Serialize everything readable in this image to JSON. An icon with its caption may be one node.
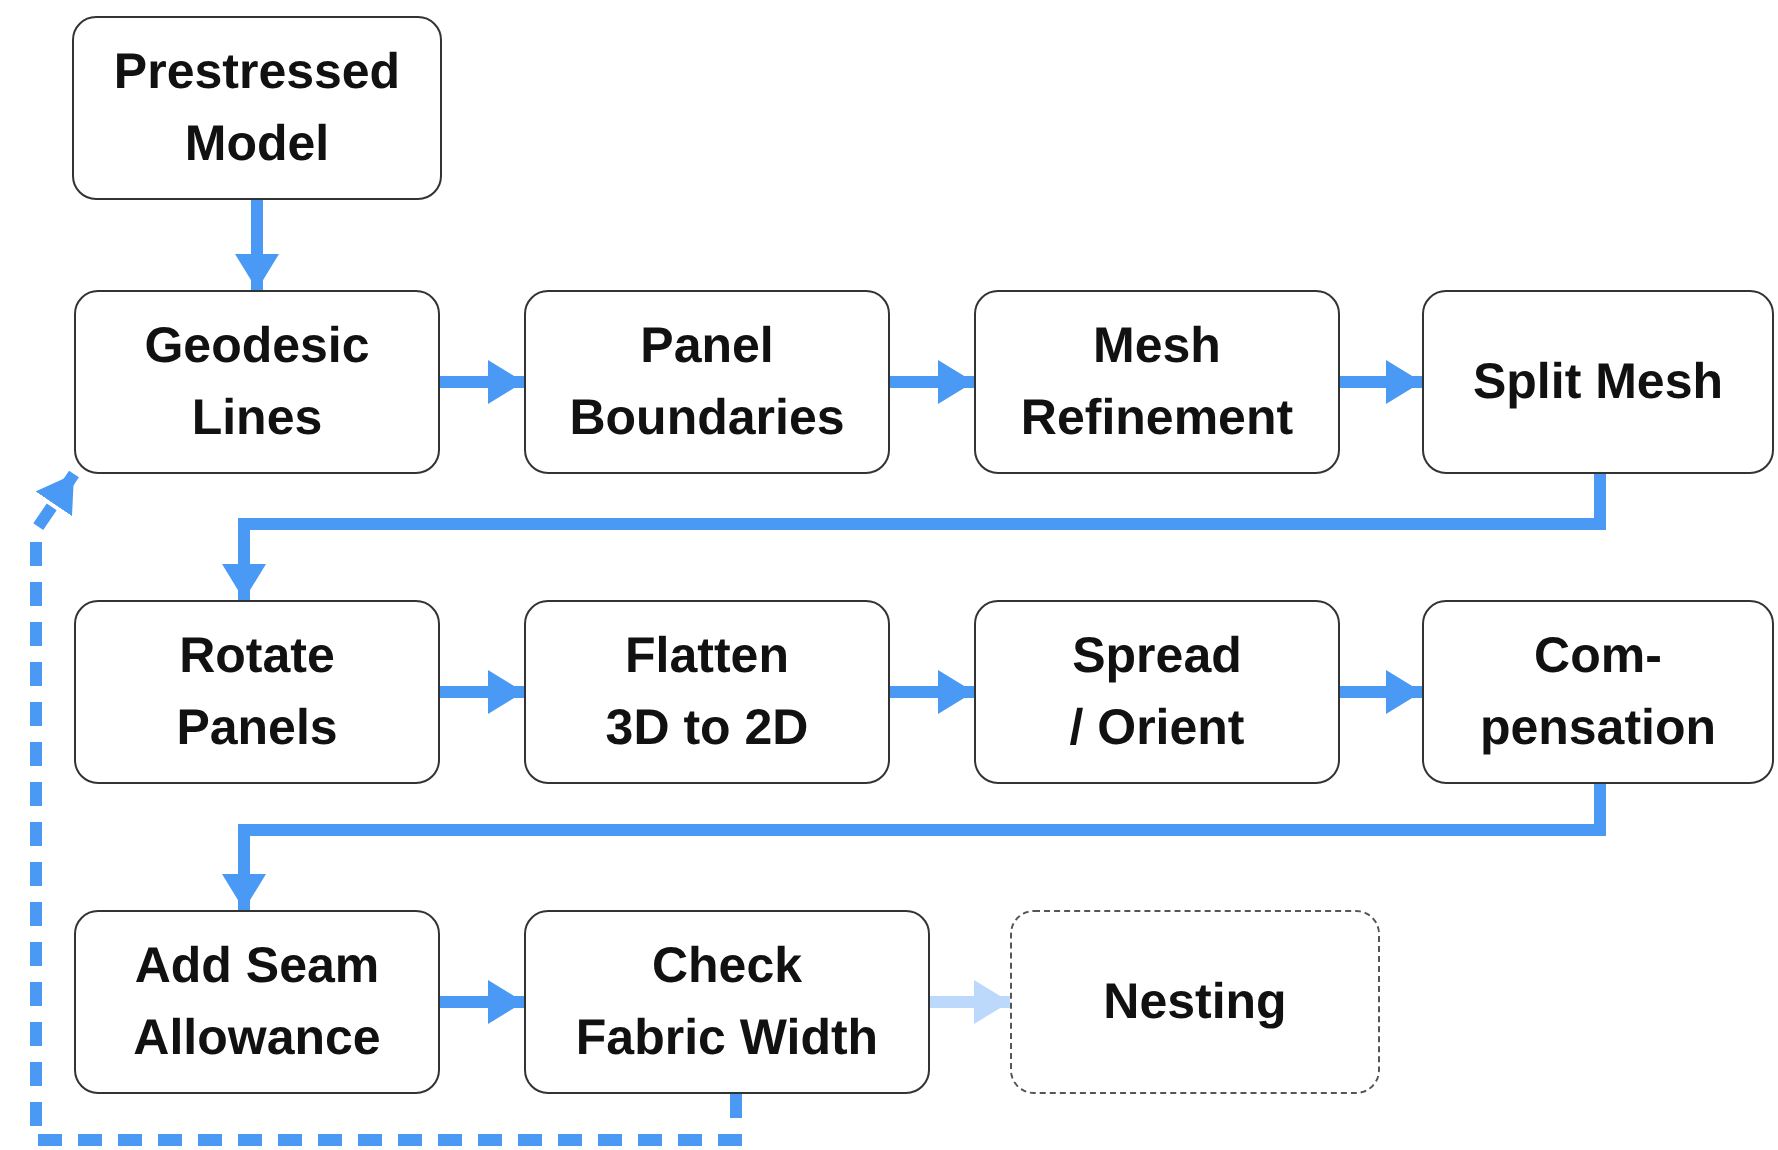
{
  "diagram": {
    "nodes": [
      {
        "text": [
          "Prestressed Model"
        ]
      },
      {
        "text": [
          "Geodesic Lines"
        ]
      },
      {
        "text": [
          "Panel Boundaries"
        ]
      },
      {
        "text": [
          "Mesh Refinement"
        ]
      },
      {
        "text": [
          "Split Mesh"
        ]
      },
      {
        "text": [
          "Rotate Panels"
        ]
      },
      {
        "text": [
          "Flatten 3D to 2D"
        ]
      },
      {
        "text": [
          "Spread / Orient"
        ]
      },
      {
        "text": [
          "Com- pensation"
        ]
      },
      {
        "text": [
          "Add Seam Allowance"
        ]
      },
      {
        "text": [
          "Check Fabric Width"
        ]
      },
      {
        "text": [
          "Nesting"
        ]
      }
    ],
    "edges": [
      {
        "from": 0,
        "to": 1,
        "arrow": "to"
      },
      {
        "from": 1,
        "to": 2,
        "arrow": "to"
      },
      {
        "from": 2,
        "to": 3,
        "arrow": "to"
      },
      {
        "from": 3,
        "to": 4,
        "arrow": "to"
      },
      {
        "from": 4,
        "to": 5,
        "arrow": "to"
      },
      {
        "from": 5,
        "to": 6,
        "arrow": "to"
      },
      {
        "from": 6,
        "to": 7,
        "arrow": "to"
      },
      {
        "from": 7,
        "to": 8,
        "arrow": "to"
      },
      {
        "from": 8,
        "to": 9,
        "arrow": "to"
      },
      {
        "from": 9,
        "to": 10,
        "arrow": "to"
      },
      {
        "from": 10,
        "to": 11,
        "arrow": "to",
        "color": "#bcd9fb"
      },
      {
        "from": 10,
        "to": 1,
        "arrow": "to",
        "style": "dashed"
      }
    ]
  }
}
